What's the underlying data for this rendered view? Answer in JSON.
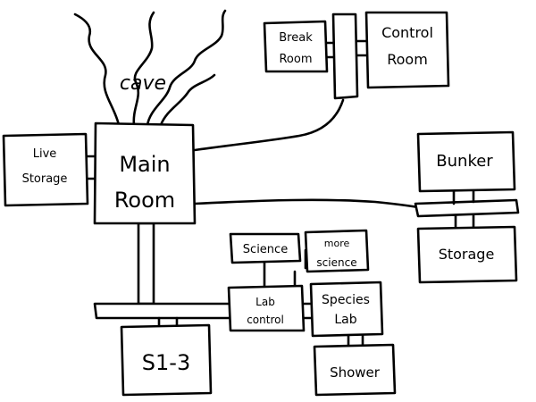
{
  "title": "Cave base floor plan sketch",
  "labels": {
    "cave": "cave",
    "break_room_1": "Break",
    "break_room_2": "Room",
    "control_room_1": "Control",
    "control_room_2": "Room",
    "live_storage_1": "Live",
    "live_storage_2": "Storage",
    "main_room_1": "Main",
    "main_room_2": "Room",
    "bunker": "Bunker",
    "storage": "Storage",
    "science": "Science",
    "more_science_1": "more",
    "more_science_2": "science",
    "lab_control_1": "Lab",
    "lab_control_2": "control",
    "species_lab_1": "Species",
    "species_lab_2": "Lab",
    "s1_3": "S1-3",
    "shower": "Shower"
  },
  "colors": {
    "ink": "#000000",
    "paper": "#ffffff"
  }
}
